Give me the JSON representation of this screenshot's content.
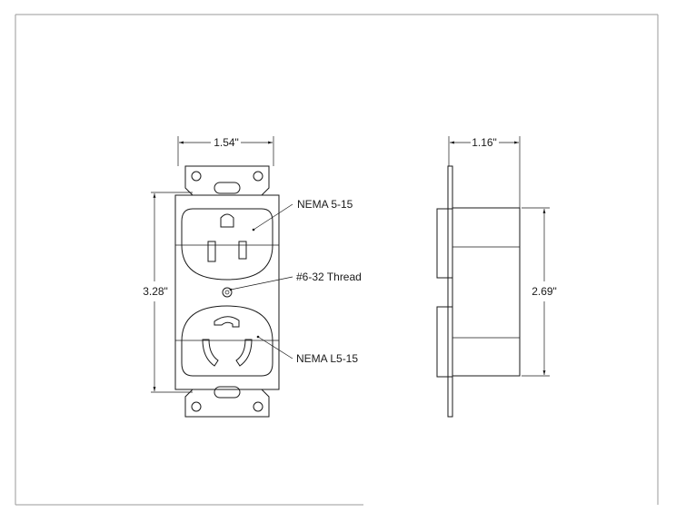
{
  "dimensions": {
    "front_width": "1.54\"",
    "front_height": "3.28\"",
    "side_depth": "1.16\"",
    "side_height": "2.69\""
  },
  "callouts": {
    "top_receptacle": "NEMA 5-15",
    "screw": "#6-32 Thread",
    "bottom_receptacle": "NEMA L5-15"
  }
}
